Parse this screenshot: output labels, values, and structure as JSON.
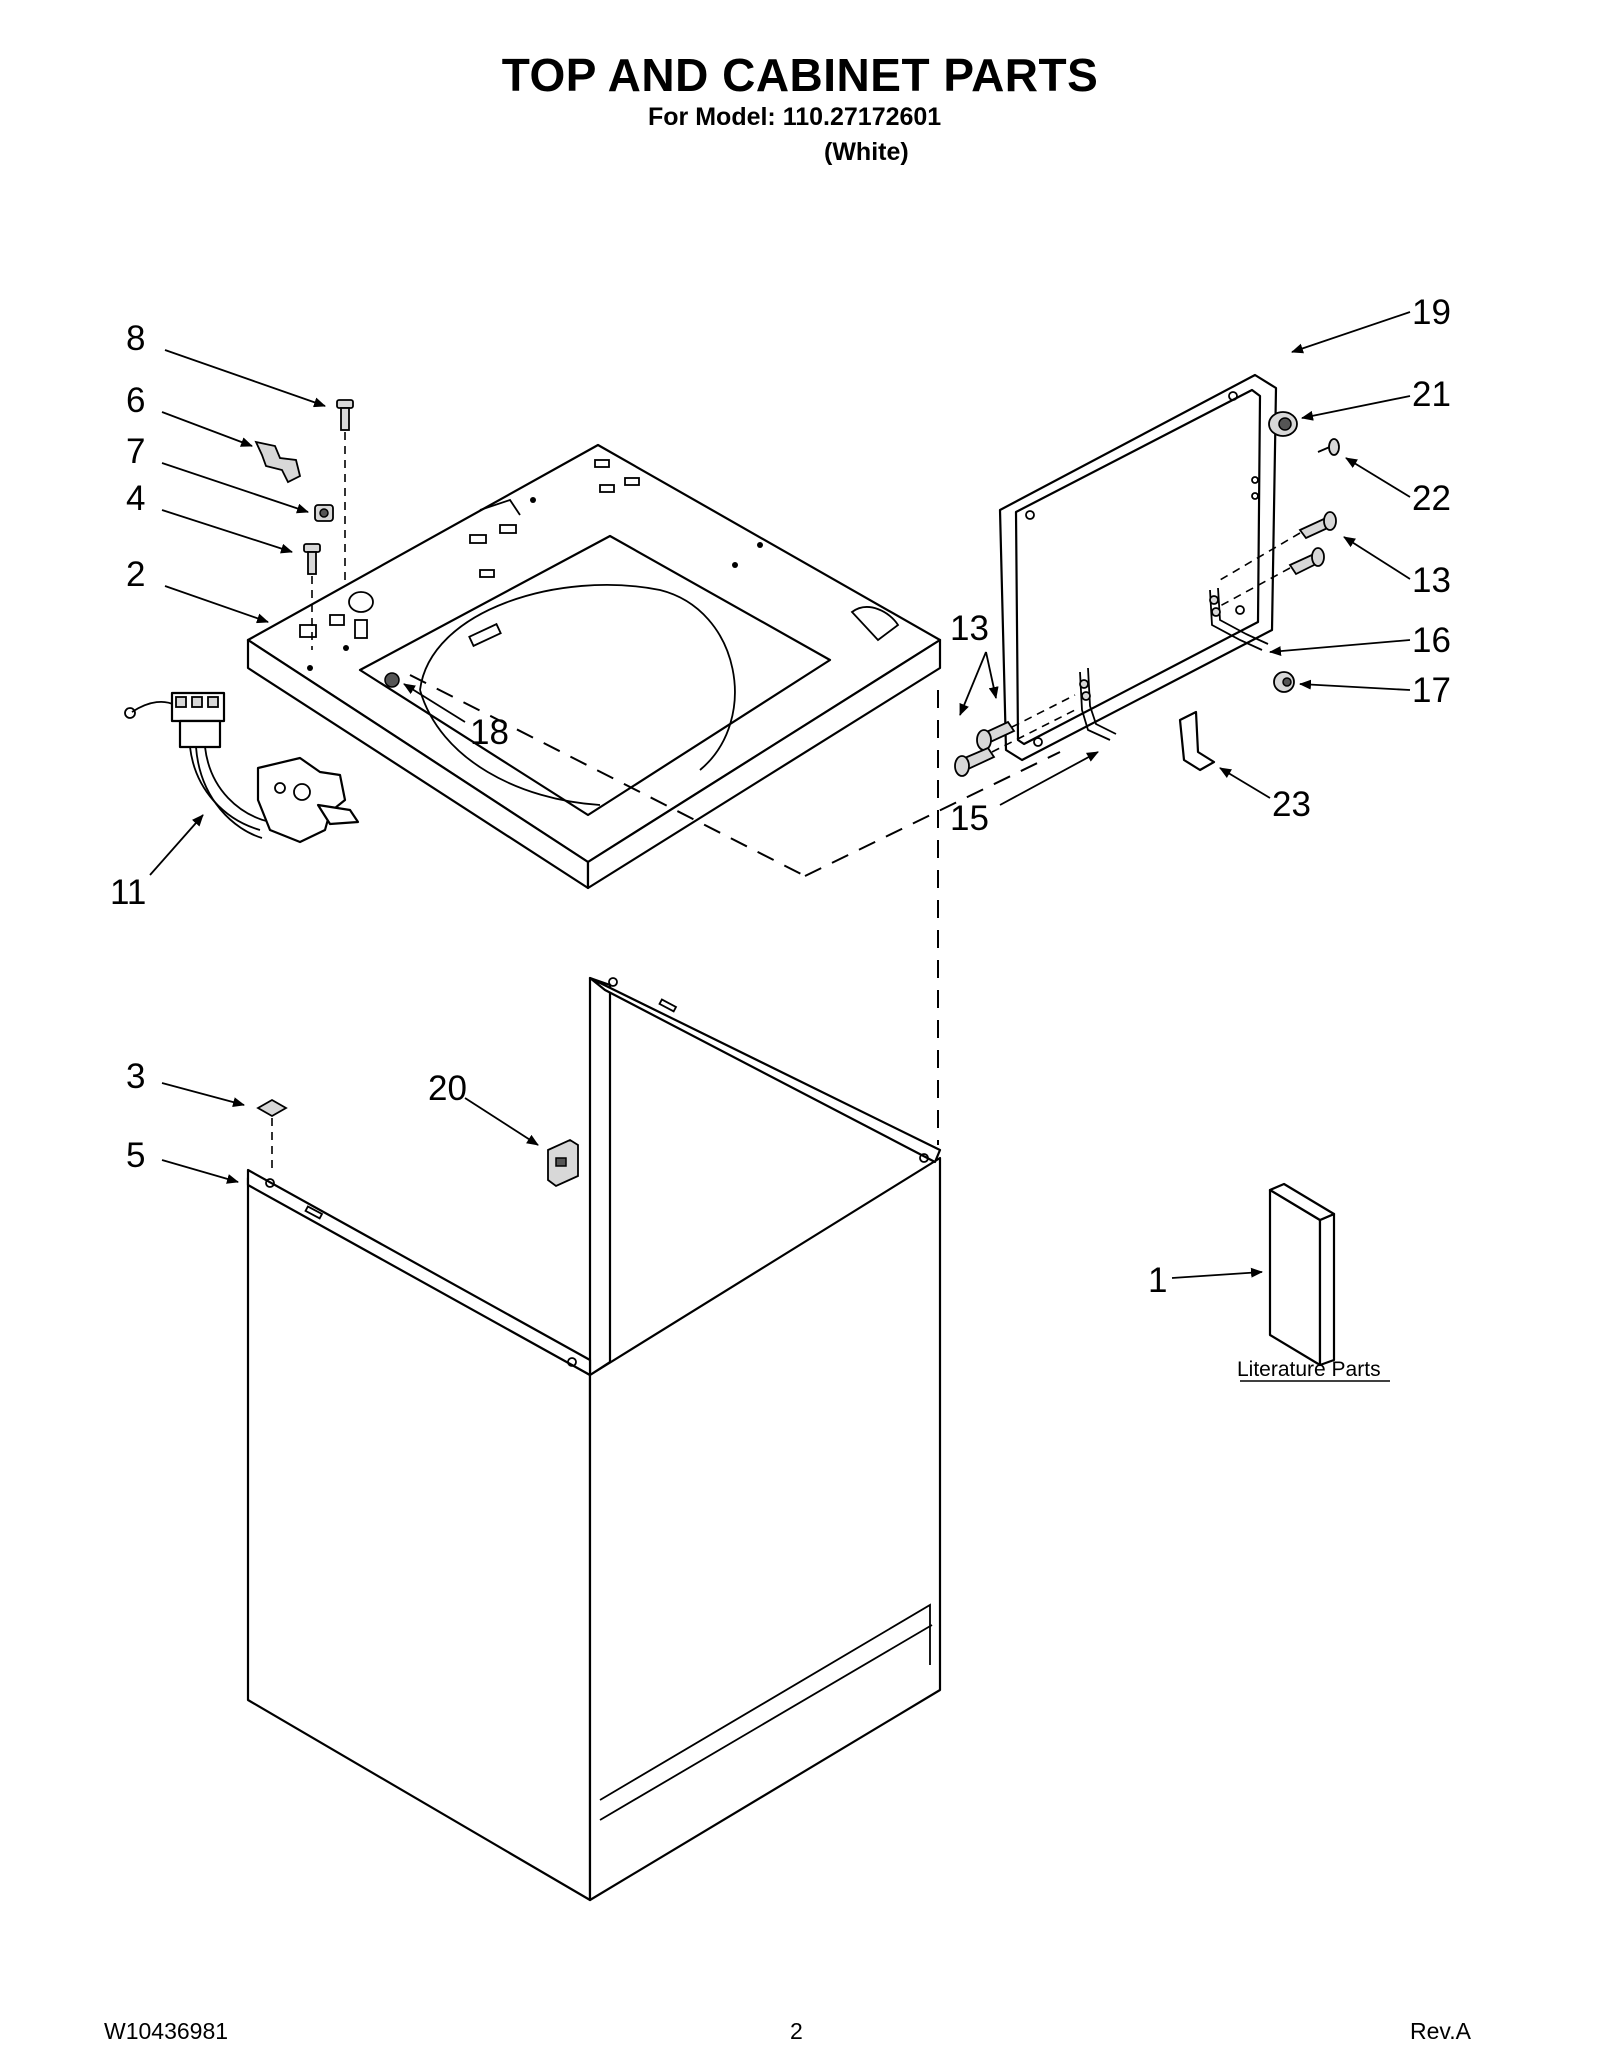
{
  "header": {
    "title": "TOP AND CABINET PARTS",
    "model_line": "For Model: 110.27172601",
    "color_line": "(White)"
  },
  "callouts": [
    {
      "id": "c8",
      "label": "8"
    },
    {
      "id": "c6",
      "label": "6"
    },
    {
      "id": "c7",
      "label": "7"
    },
    {
      "id": "c4",
      "label": "4"
    },
    {
      "id": "c2",
      "label": "2"
    },
    {
      "id": "c11",
      "label": "11"
    },
    {
      "id": "c18",
      "label": "18"
    },
    {
      "id": "c13a",
      "label": "13"
    },
    {
      "id": "c15",
      "label": "15"
    },
    {
      "id": "c19",
      "label": "19"
    },
    {
      "id": "c21",
      "label": "21"
    },
    {
      "id": "c22",
      "label": "22"
    },
    {
      "id": "c13b",
      "label": "13"
    },
    {
      "id": "c16",
      "label": "16"
    },
    {
      "id": "c17",
      "label": "17"
    },
    {
      "id": "c23",
      "label": "23"
    },
    {
      "id": "c3",
      "label": "3"
    },
    {
      "id": "c20",
      "label": "20"
    },
    {
      "id": "c5",
      "label": "5"
    },
    {
      "id": "c1",
      "label": "1"
    }
  ],
  "literature": {
    "label": "Literature Parts"
  },
  "footer": {
    "doc_number": "W10436981",
    "page": "2",
    "revision": "Rev.A"
  }
}
